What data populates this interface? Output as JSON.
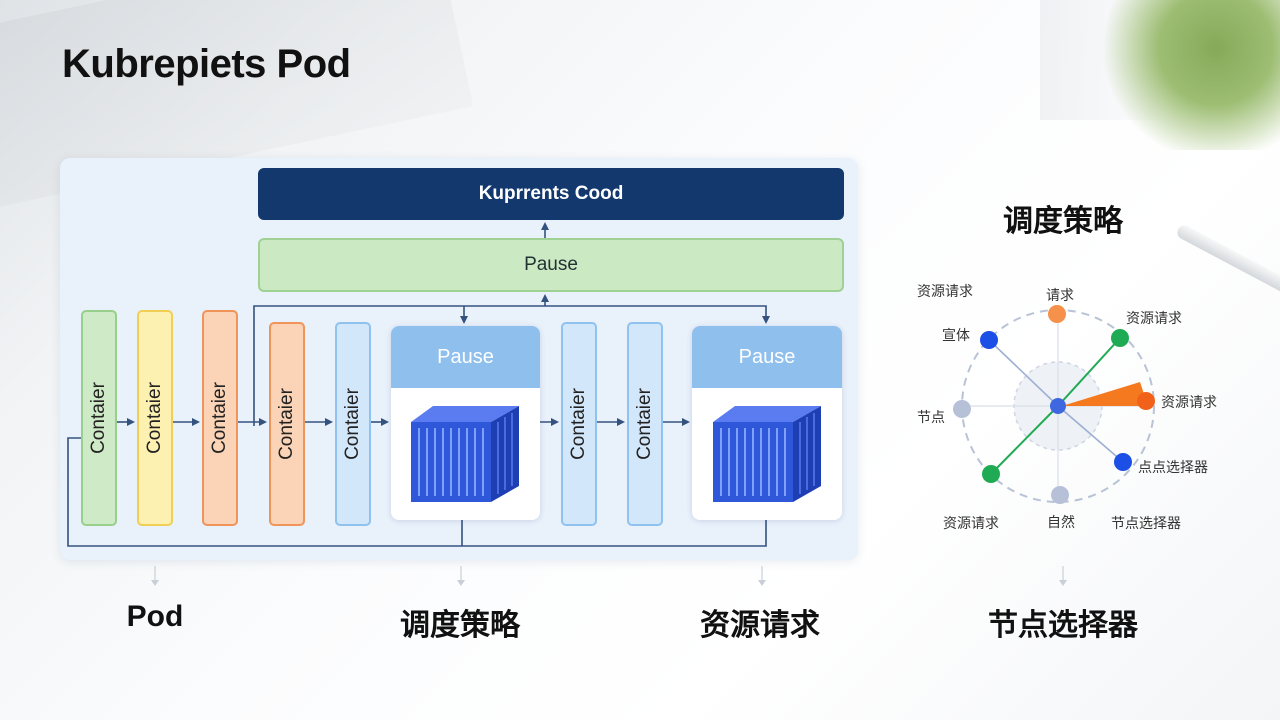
{
  "title": "Kubrepiets Pod",
  "diagram": {
    "top_bar": "Kuprrents Cood",
    "pause_bar": "Pause",
    "containers": [
      {
        "label": "Contaier",
        "color": "green"
      },
      {
        "label": "Contaier",
        "color": "yellow"
      },
      {
        "label": "Contaier",
        "color": "orange"
      },
      {
        "label": "Contaier",
        "color": "orange"
      },
      {
        "label": "Contaier",
        "color": "blue"
      },
      {
        "label": "Contaier",
        "color": "blue"
      },
      {
        "label": "Contaier",
        "color": "blue"
      }
    ],
    "pods": [
      {
        "pause_label": "Pause"
      },
      {
        "pause_label": "Pause"
      }
    ]
  },
  "radar": {
    "title": "调度策略",
    "labels": {
      "top_left": "资源请求",
      "top": "请求",
      "top_right": "资源请求",
      "upper_left": "宣体",
      "right": "资源请求",
      "left": "节点",
      "lower_right": "点点选择器",
      "bottom_left": "资源请求",
      "bottom": "自然",
      "bottom_right": "节点选择器"
    },
    "colors": {
      "blue": "#1c4fe6",
      "green": "#1faa54",
      "orange": "#f5791f",
      "gray": "#b6c1d8"
    }
  },
  "footer": [
    "Pod",
    "调度策略",
    "资源请求",
    "节点选择器"
  ]
}
